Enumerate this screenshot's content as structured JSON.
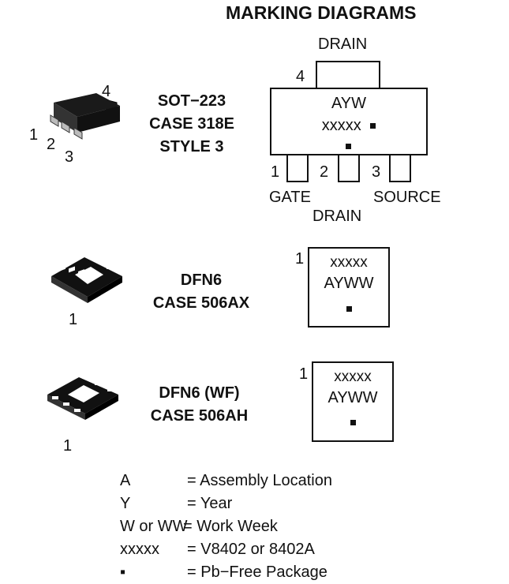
{
  "title": "MARKING DIAGRAMS",
  "packages": [
    {
      "case_lines": [
        "SOT−223",
        "CASE 318E",
        "STYLE 3"
      ],
      "pin_labels": [
        "1",
        "2",
        "3",
        "4"
      ],
      "diagram": {
        "tab_label": "DRAIN",
        "tab_pin": "4",
        "line1": "AYW",
        "line2": "xxxxx",
        "pins": [
          {
            "num": "1",
            "name": "GATE"
          },
          {
            "num": "2",
            "name": "DRAIN"
          },
          {
            "num": "3",
            "name": "SOURCE"
          }
        ]
      }
    },
    {
      "case_lines": [
        "DFN6",
        "CASE 506AX"
      ],
      "pin1": "1",
      "diagram": {
        "pin1": "1",
        "line1": "xxxxx",
        "line2": "AYWW"
      }
    },
    {
      "case_lines": [
        "DFN6 (WF)",
        "CASE 506AH"
      ],
      "pin1": "1",
      "diagram": {
        "pin1": "1",
        "line1": "xxxxx",
        "line2": "AYWW"
      }
    }
  ],
  "legend": [
    {
      "key": "A",
      "value": "= Assembly Location"
    },
    {
      "key": "Y",
      "value": "= Year"
    },
    {
      "key": "W or WW",
      "value": "= Work Week"
    },
    {
      "key": "xxxxx",
      "value": "= V8402 or 8402A"
    },
    {
      "key": "▪",
      "value": "= Pb−Free Package"
    }
  ]
}
